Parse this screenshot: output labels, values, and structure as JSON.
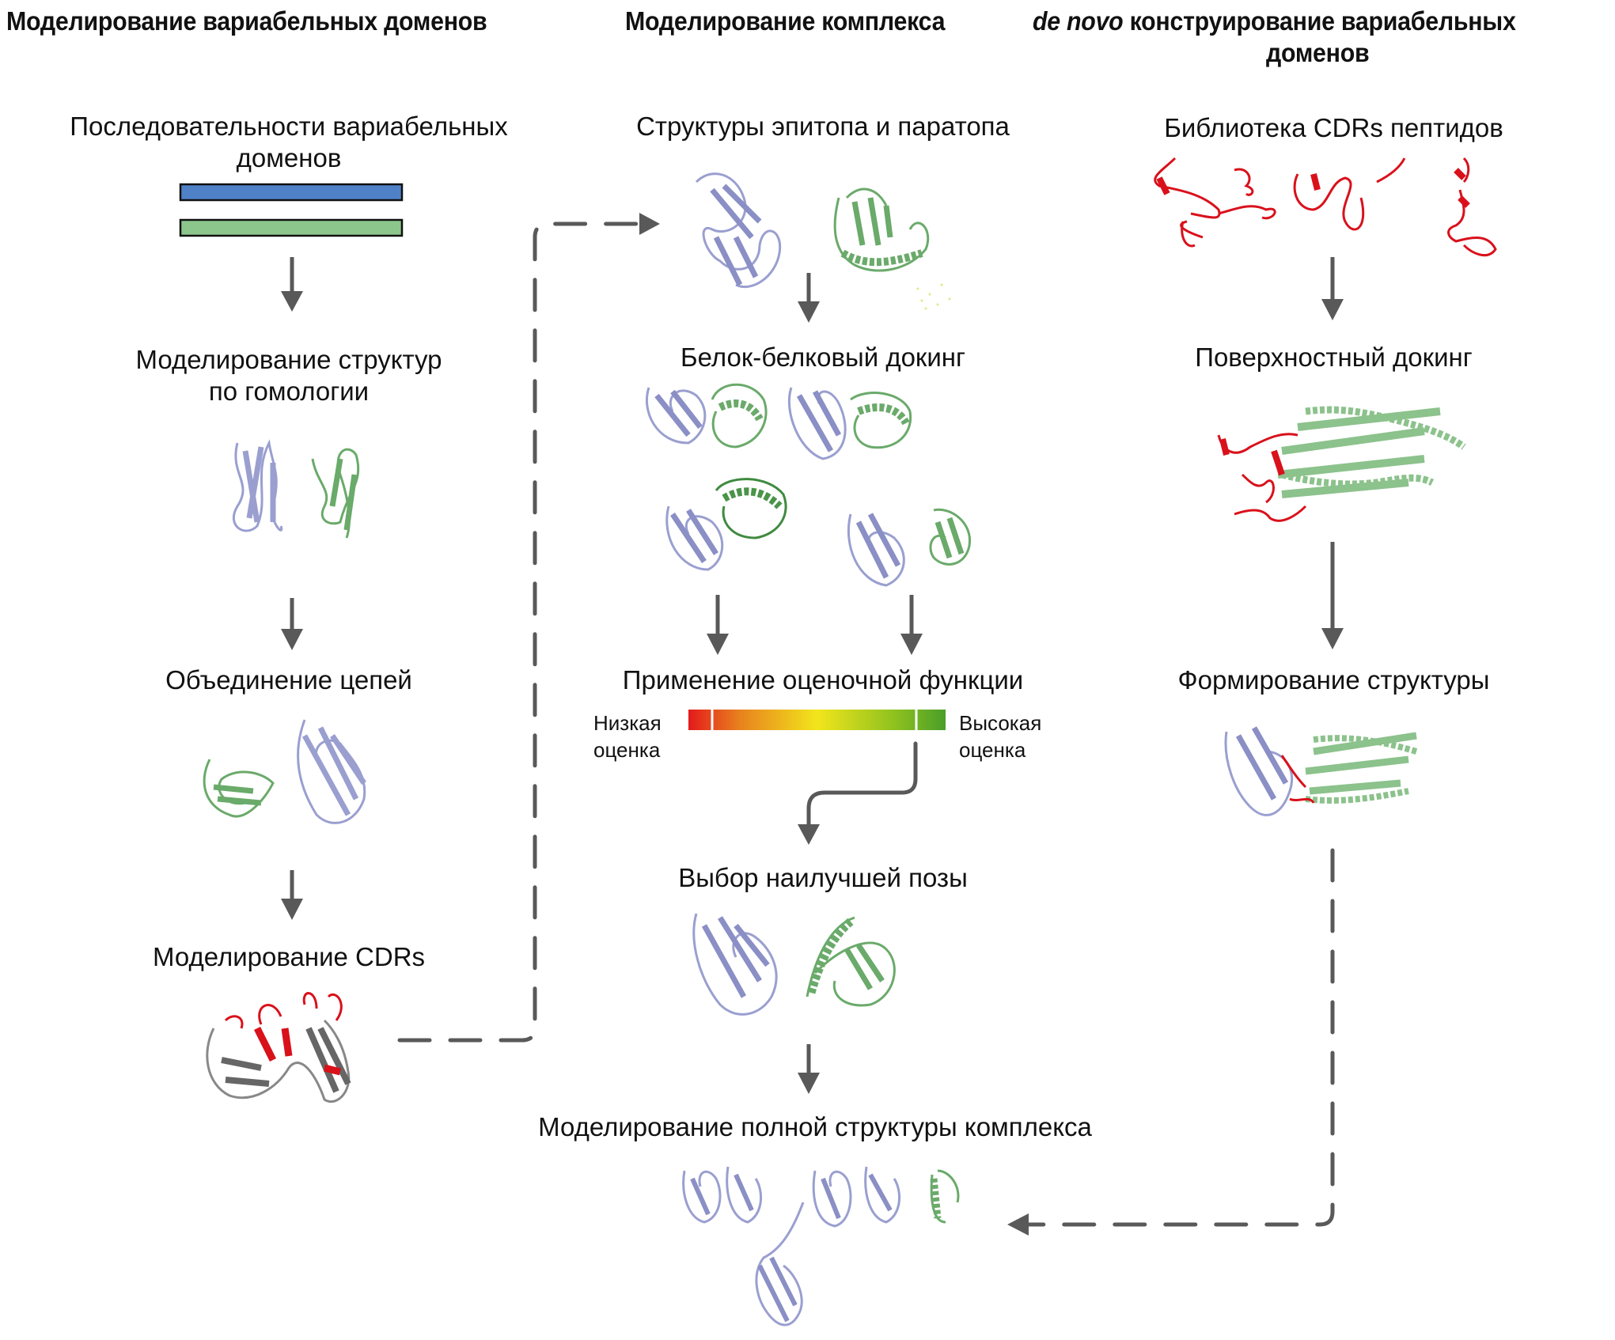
{
  "columns": {
    "left": {
      "header": "Моделирование вариабельных доменов",
      "steps": [
        {
          "line1": "Последовательности вариабельных",
          "line2": "доменов"
        },
        {
          "line1": "Моделирование структур",
          "line2": "по гомологии"
        },
        {
          "line1": "Объединение цепей"
        },
        {
          "line1": "Моделирование CDRs"
        }
      ]
    },
    "middle": {
      "header": "Моделирование комплекса",
      "steps": [
        {
          "line1": "Структуры эпитопа и паратопа"
        },
        {
          "line1": "Белок-белковый докинг"
        },
        {
          "line1": "Применение оценочной функции"
        },
        {
          "line1": "Выбор наилучшей позы"
        },
        {
          "line1": "Моделирование полной структуры комплекса"
        }
      ],
      "score_scale": {
        "low_line1": "Низкая",
        "low_line2": "оценка",
        "high_line1": "Высокая",
        "high_line2": "оценка",
        "gradient_colors": [
          "#e31a1c",
          "#e8821e",
          "#f2e51c",
          "#8fc21e",
          "#4a9e28"
        ]
      }
    },
    "right": {
      "header_italic": "de novo",
      "header_rest": " конструирование вариабельных",
      "header_line2": "доменов",
      "steps": [
        {
          "line1": "Библиотека CDRs пептидов"
        },
        {
          "line1": "Поверхностный докинг"
        },
        {
          "line1": "Формирование структуры"
        }
      ]
    }
  },
  "colors": {
    "heavy_chain_bar": "#4f81c7",
    "light_chain_bar": "#8cc68c",
    "antibody_structure": "#9a9fd0",
    "antigen_structure": "#6aaa6a",
    "cdr_highlight": "#d9111b",
    "framework_gray": "#7a7a7a",
    "arrow": "#595959"
  }
}
